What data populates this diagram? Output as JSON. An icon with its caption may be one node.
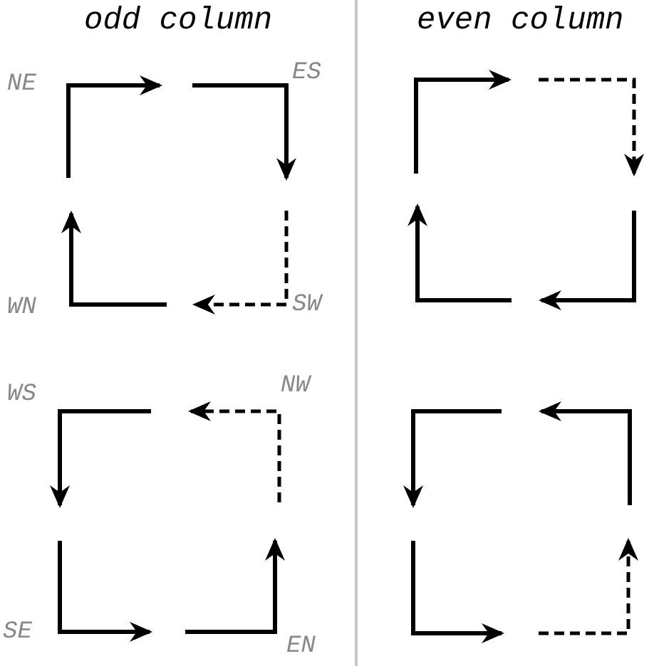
{
  "diagram": {
    "labels": [
      "odd column",
      "even column",
      "NE",
      "ES",
      "WN",
      "SW",
      "WS",
      "NW",
      "SE",
      "EN"
    ]
  }
}
